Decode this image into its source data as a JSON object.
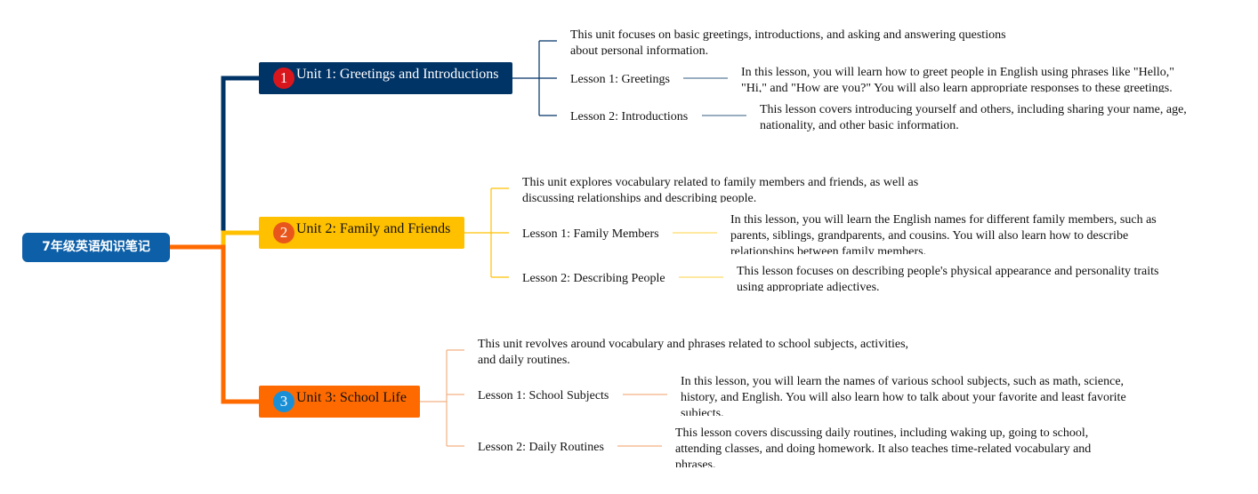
{
  "root": {
    "title": "7年级英语知识笔记"
  },
  "colors": {
    "root": "#0d5fa8",
    "unit1": "#003366",
    "unit2": "#ffc000",
    "unit3": "#ff6a00",
    "badge1": "#d9161c",
    "badge2": "#e8561b",
    "badge3": "#1b8fd6",
    "line3_detail": "#f4b183"
  },
  "units": [
    {
      "number": "1",
      "title": "Unit 1: Greetings and Introductions",
      "summary": "This unit focuses on basic greetings, introductions, and asking and answering questions about personal information.",
      "lessons": [
        {
          "title": "Lesson 1: Greetings",
          "detail": "In this lesson, you will learn how to greet people in English using phrases like \"Hello,\" \"Hi,\" and \"How are you?\" You will also learn appropriate responses to these greetings."
        },
        {
          "title": "Lesson 2: Introductions",
          "detail": "This lesson covers introducing yourself and others, including sharing your name, age, nationality, and other basic information."
        }
      ]
    },
    {
      "number": "2",
      "title": "Unit 2: Family and Friends",
      "summary": "This unit explores vocabulary related to family members and friends, as well as discussing relationships and describing people.",
      "lessons": [
        {
          "title": "Lesson 1: Family Members",
          "detail": "In this lesson, you will learn the English names for different family members, such as parents, siblings, grandparents, and cousins. You will also learn how to describe relationships between family members."
        },
        {
          "title": "Lesson 2: Describing People",
          "detail": "This lesson focuses on describing people's physical appearance and personality traits using appropriate adjectives."
        }
      ]
    },
    {
      "number": "3",
      "title": "Unit 3: School Life",
      "summary": "This unit revolves around vocabulary and phrases related to school subjects, activities, and daily routines.",
      "lessons": [
        {
          "title": "Lesson 1: School Subjects",
          "detail": "In this lesson, you will learn the names of various school subjects, such as math, science, history, and English. You will also learn how to talk about your favorite and least favorite subjects."
        },
        {
          "title": "Lesson 2: Daily Routines",
          "detail": "This lesson covers discussing daily routines, including waking up, going to school, attending classes, and doing homework. It also teaches time-related vocabulary and phrases."
        }
      ]
    }
  ]
}
